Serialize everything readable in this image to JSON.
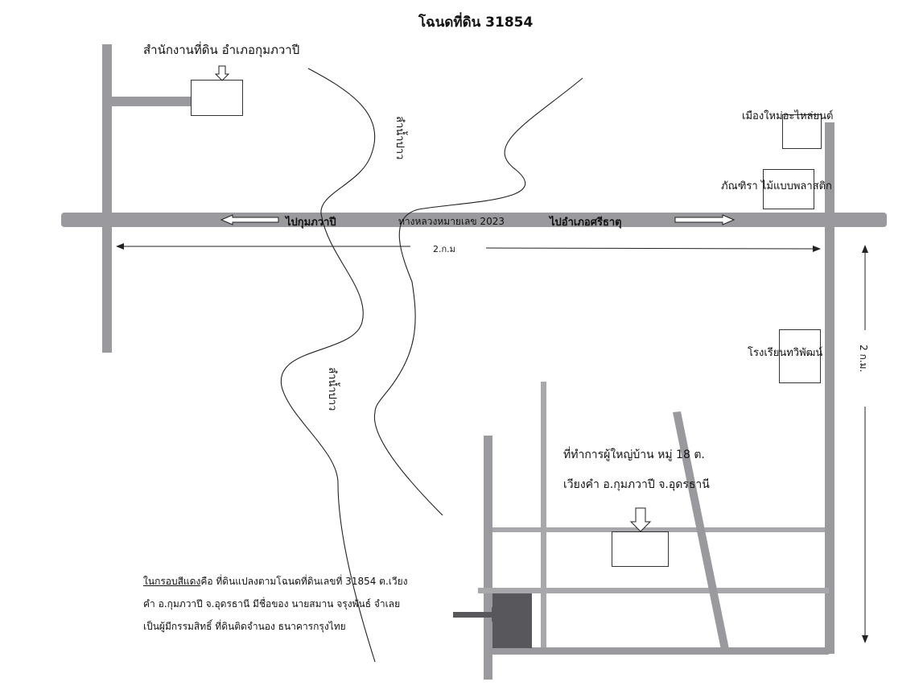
{
  "title": "โฉนดที่ดิน 31854",
  "labels": {
    "land_office": "สำนักงานที่ดิน อำเภอกุมภวาปี",
    "river_1": "ลำน้ำปาว",
    "river_2": "ลำน้ำปาว",
    "car_parts": "เมืองใหม่อะไหล่ยนต์",
    "plastic": "ภัณฑิรา ไม้แบบพลาสติก",
    "to_kumphawapi": "ไปกุมภวาปี",
    "highway": "ทางหลวงหมายเลข 2023",
    "to_si_that": "ไปอำเภอศรีธาตุ",
    "distance_h": "2.ก.ม",
    "distance_v": "2 ก.ม.",
    "school": "โรงเรียนทวิพัฒน์",
    "headman_line1": "ที่ทำการผู้ใหญ่บ้าน หมู่ 18 ต.",
    "headman_line2": "เวียงคำ อ.กุมภวาปี จ.อุดรธานี"
  },
  "note": {
    "highlight": "ในกรอบสีแดง",
    "line1_rest": "คือ ที่ดินแปลงตามโฉนดที่ดินเลขที่ 31854  ต.เวียง",
    "line2": "คำ อ.กุมภวาปี จ.อุดรธานี มีชื่อของ นายสมาน  จรุงพันธ์ จำเลย",
    "line3": "เป็นผู้มีกรรมสิทธิ์ ที่ดินติดจำนอง ธนาคารกรุงไทย"
  },
  "colors": {
    "road": "#9a9a9e",
    "parcel": "#58585c",
    "line": "#222222"
  },
  "icons": [
    "down-arrow-icon",
    "left-arrow-icon",
    "right-arrow-icon",
    "dimension-arrow-icon"
  ]
}
